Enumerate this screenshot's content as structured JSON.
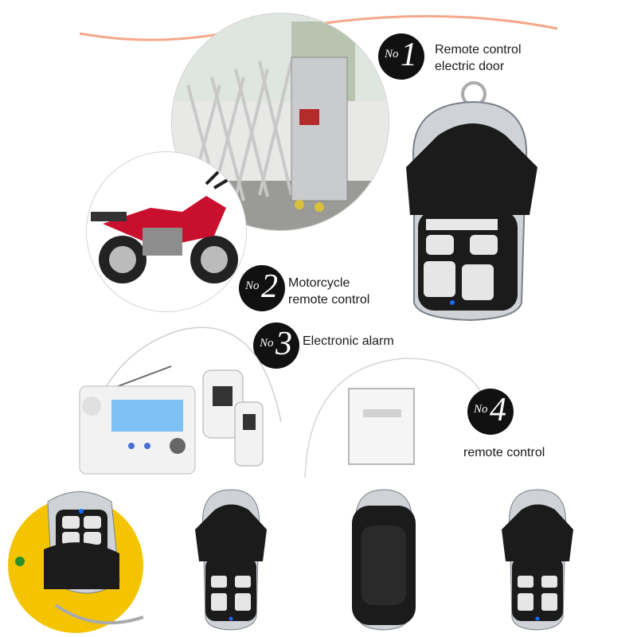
{
  "uses": [
    {
      "badge_prefix": "No",
      "badge_number": "1",
      "caption_lines": [
        "Remote control",
        "electric door"
      ]
    },
    {
      "badge_prefix": "No",
      "badge_number": "2",
      "caption_lines": [
        "Motorcycle",
        "remote control"
      ]
    },
    {
      "badge_prefix": "No",
      "badge_number": "3",
      "caption_lines": [
        "Electronic alarm"
      ]
    },
    {
      "badge_prefix": "No",
      "badge_number": "4",
      "caption_lines": [
        "remote control"
      ]
    }
  ],
  "colors": {
    "connector_line": "#f4a88a",
    "badge": "#111111",
    "motorcycle": "#c8102e",
    "remote_body": "#1b1b1b",
    "remote_chrome": "#cfd3d8",
    "led": "#1e6bff",
    "helmet": "#f5c400"
  },
  "icons": [
    "gate-photo",
    "motorcycle-photo",
    "alarm-panel-photo",
    "wall-switch-photo",
    "remote-control",
    "helmet-photo"
  ]
}
